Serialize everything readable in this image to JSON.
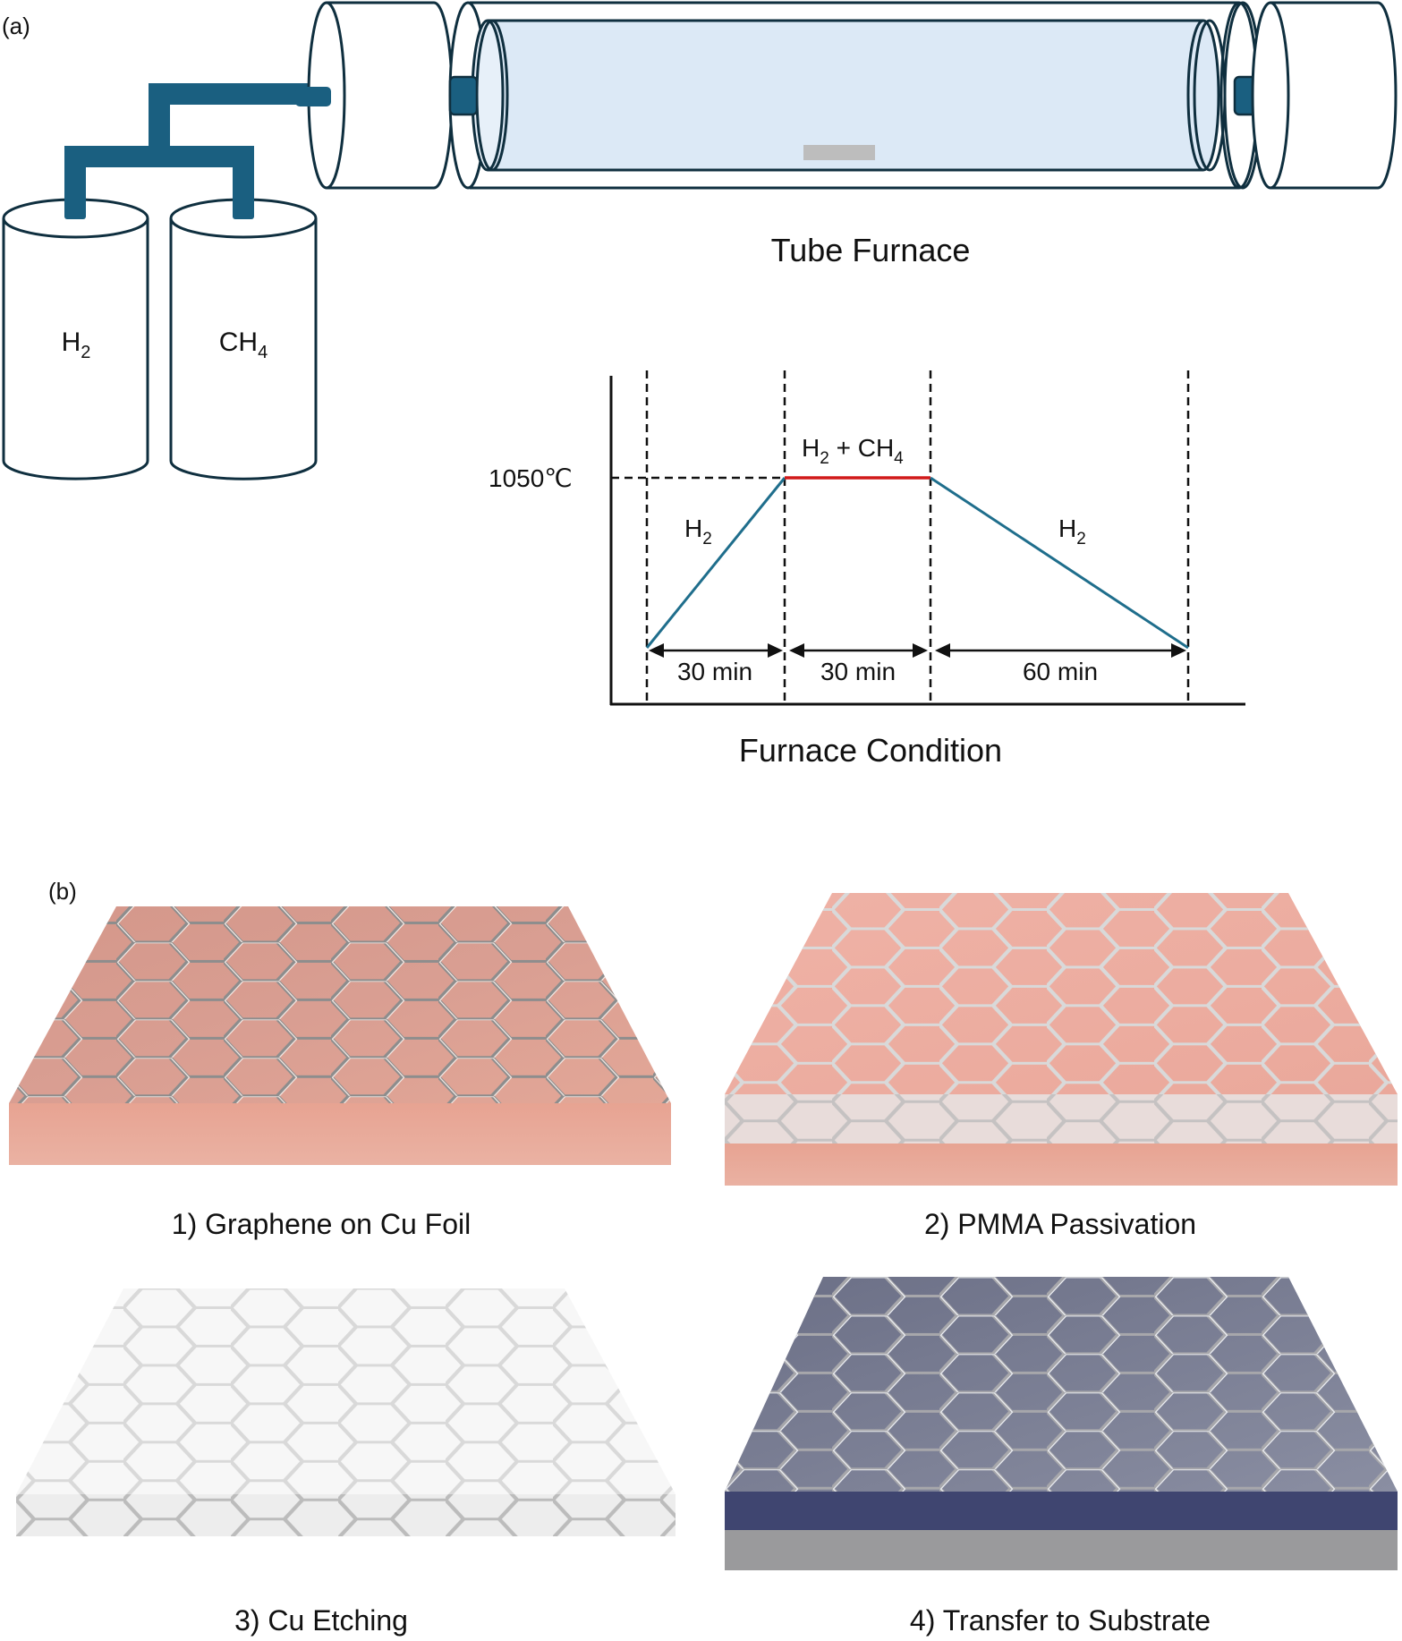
{
  "panel_a": {
    "label": "(a)",
    "gas_cylinders": [
      {
        "name": "H",
        "subscript": "2"
      },
      {
        "name": "CH",
        "subscript": "4"
      }
    ],
    "tube_furnace_title": "Tube Furnace",
    "colors": {
      "pipe": "#1a5f80",
      "outline": "#0f2f3f",
      "tube_fill": "#dce9f6",
      "sample": "#bdbdbd",
      "ramp_line": "#1f6e8c",
      "hold_line": "#d11a1a"
    },
    "furnace_condition": {
      "title": "Furnace Condition",
      "temperature_label": "1050℃",
      "segments": [
        {
          "gas": "H",
          "gas_sub": "2",
          "duration": "30 min",
          "type": "ramp-up"
        },
        {
          "gas": "H",
          "gas_sub": "2",
          "gas2": " + CH",
          "gas2_sub": "4",
          "duration": "30 min",
          "type": "hold"
        },
        {
          "gas": "H",
          "gas_sub": "2",
          "duration": "60 min",
          "type": "cool-down"
        }
      ]
    }
  },
  "panel_b": {
    "label": "(b)",
    "steps": [
      {
        "caption": "1) Graphene on Cu Foil",
        "style": "copper"
      },
      {
        "caption": "2) PMMA Passivation",
        "style": "pmma-copper"
      },
      {
        "caption": "3) Cu Etching",
        "style": "pmma-only"
      },
      {
        "caption": "4) Transfer to Substrate",
        "style": "substrate"
      }
    ]
  }
}
